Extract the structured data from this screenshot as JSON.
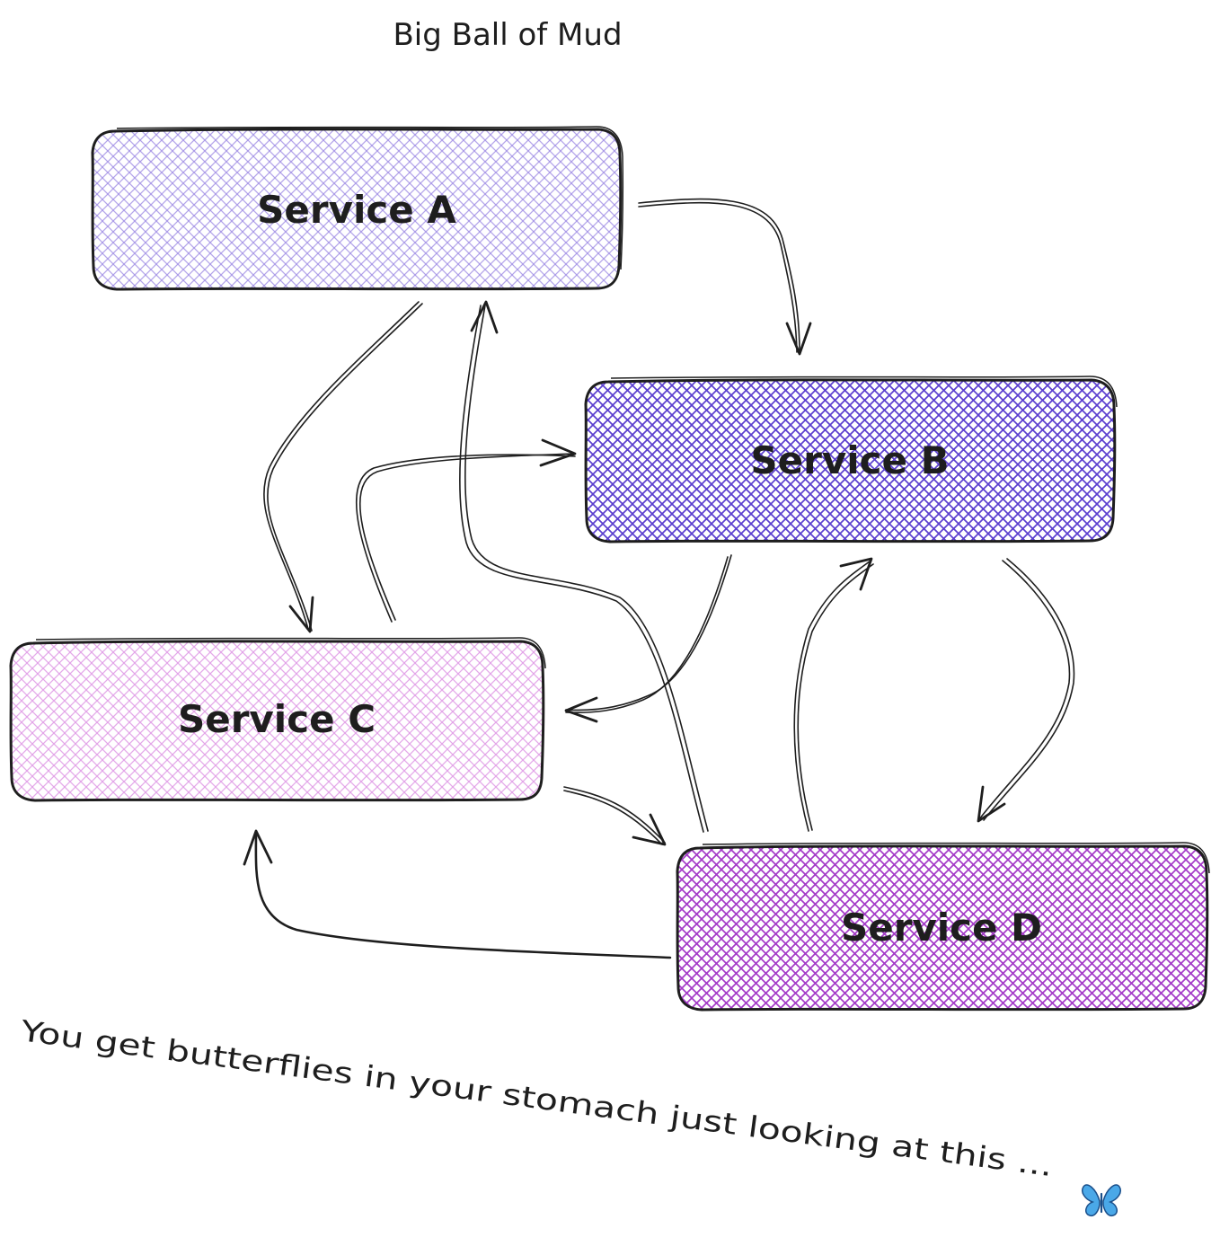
{
  "diagram": {
    "title": "Big Ball of Mud",
    "caption": "You get butterflies in your stomach just looking at this ...",
    "caption_emoji": "🦋",
    "nodes": [
      {
        "id": "a",
        "label": "Service A",
        "color": "#9b87e3"
      },
      {
        "id": "b",
        "label": "Service B",
        "color": "#5b3fcf"
      },
      {
        "id": "c",
        "label": "Service C",
        "color": "#e09be6"
      },
      {
        "id": "d",
        "label": "Service D",
        "color": "#a43bc8"
      }
    ],
    "edges": [
      {
        "from": "Service A",
        "to": "Service B"
      },
      {
        "from": "Service A",
        "to": "Service C"
      },
      {
        "from": "Service C",
        "to": "Service B"
      },
      {
        "from": "Service D",
        "to": "Service A"
      },
      {
        "from": "Service B",
        "to": "Service C"
      },
      {
        "from": "Service D",
        "to": "Service B"
      },
      {
        "from": "Service B",
        "to": "Service D"
      },
      {
        "from": "Service C",
        "to": "Service D"
      },
      {
        "from": "Service D",
        "to": "Service C"
      }
    ]
  }
}
